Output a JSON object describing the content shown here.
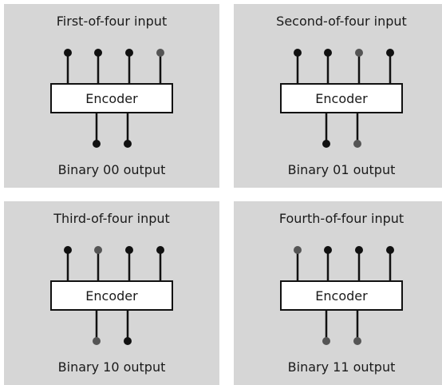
{
  "panels": [
    {
      "title": "First-of-four input",
      "encoder_label": "Encoder",
      "output_label": "Binary 00  output",
      "input_active": [
        true,
        true,
        true,
        false
      ],
      "output_active": [
        true,
        true
      ]
    },
    {
      "title": "Second-of-four input",
      "encoder_label": "Encoder",
      "output_label": "Binary 01 output",
      "input_active": [
        true,
        true,
        false,
        true
      ],
      "output_active": [
        true,
        false
      ]
    },
    {
      "title": "Third-of-four input",
      "encoder_label": "Encoder",
      "output_label": "Binary 10 output",
      "input_active": [
        true,
        false,
        true,
        true
      ],
      "output_active": [
        false,
        true
      ]
    },
    {
      "title": "Fourth-of-four input",
      "encoder_label": "Encoder",
      "output_label": "Binary 11 output",
      "input_active": [
        false,
        true,
        true,
        true
      ],
      "output_active": [
        false,
        false
      ]
    }
  ],
  "colors": {
    "panel_background": "#d6d6d6",
    "wire": "#111111",
    "dot_dark": "#111111",
    "dot_gray": "#555555",
    "box_fill": "#ffffff"
  }
}
